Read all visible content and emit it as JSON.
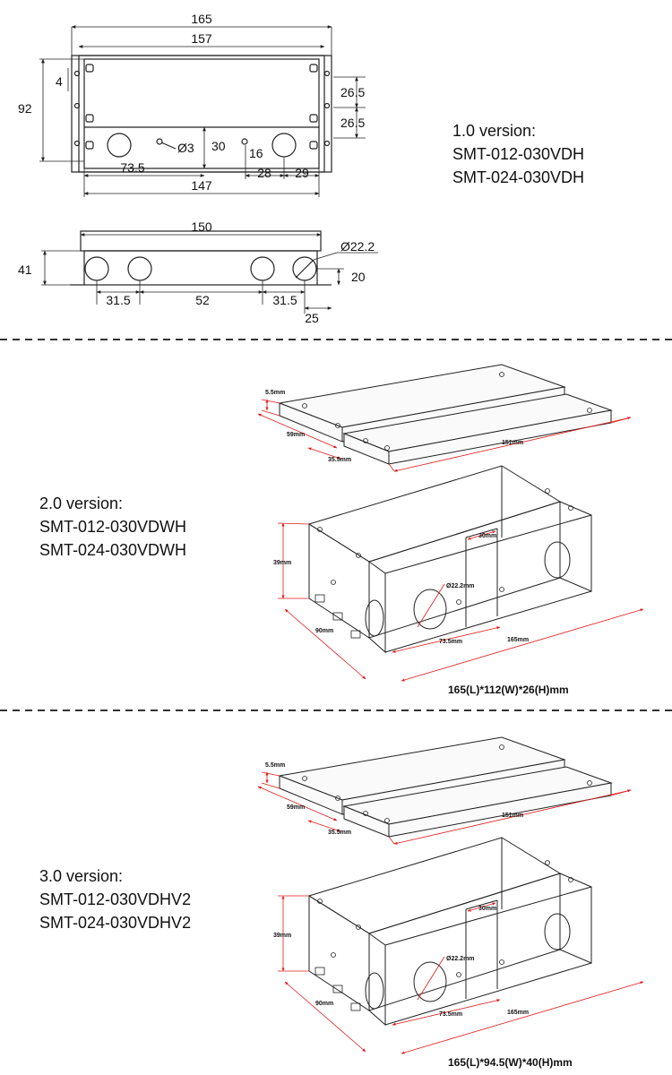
{
  "colors": {
    "line": "#222222",
    "dimension_red": "#e31b1b",
    "divider": "#333333",
    "background": "#ffffff"
  },
  "section1": {
    "version": "1.0 version:",
    "models": [
      "SMT-012-030VDH",
      "SMT-024-030VDH"
    ],
    "top_view": {
      "w165": "165",
      "w157": "157",
      "h92": "92",
      "d4": "4",
      "d26a": "26.5",
      "d26b": "26.5",
      "d30": "30",
      "hole": "Ø3",
      "d16": "16",
      "d73": "73.5",
      "d28": "28",
      "d29": "29",
      "w147": "147"
    },
    "side_view": {
      "w150": "150",
      "h41": "41",
      "knock": "Ø22.2",
      "d20": "20",
      "d31a": "31.5",
      "d52": "52",
      "d31b": "31.5",
      "d25": "25"
    }
  },
  "section2": {
    "version": "2.0 version:",
    "models": [
      "SMT-012-030VDWH",
      "SMT-024-030VDWH"
    ],
    "lid": {
      "t": "5.5mm",
      "a": "59mm",
      "b": "35.5mm",
      "c": "151mm"
    },
    "box": {
      "h": "39mm",
      "d": "90mm",
      "k": "Ø22.2mm",
      "m": "30mm",
      "n": "73.5mm",
      "l": "165mm"
    },
    "caption": "165(L)*112(W)*26(H)mm"
  },
  "section3": {
    "version": "3.0 version:",
    "models": [
      "SMT-012-030VDHV2",
      "SMT-024-030VDHV2"
    ],
    "lid": {
      "t": "5.5mm",
      "a": "59mm",
      "b": "35.5mm",
      "c": "151mm"
    },
    "box": {
      "h": "39mm",
      "d": "90mm",
      "k": "Ø22.2mm",
      "m": "30mm",
      "n": "73.5mm",
      "l": "165mm"
    },
    "caption": "165(L)*94.5(W)*40(H)mm"
  }
}
